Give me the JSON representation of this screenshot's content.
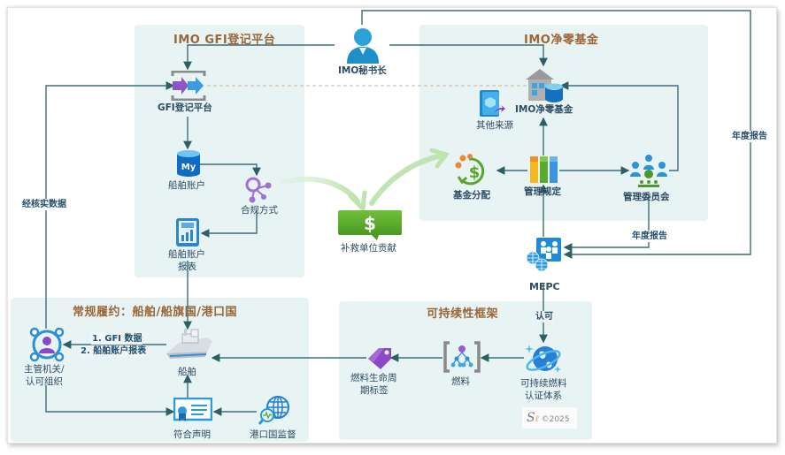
{
  "panels": {
    "gfi_platform": {
      "title": "IMO GFI登记平台"
    },
    "net_zero_fund": {
      "title": "IMO净零基金"
    },
    "compliance": {
      "title": "常规履约：船舶/船旗国/港口国"
    },
    "sustainability": {
      "title": "可持续性框架"
    }
  },
  "nodes": {
    "secretary_general": {
      "label": "IMO秘书长",
      "icon": "person-icon"
    },
    "gfi_registry": {
      "label": "GFI登记平台",
      "icon": "import-arrows-icon"
    },
    "ship_account": {
      "label": "船舶账户",
      "icon": "database-my-icon"
    },
    "compliance_method": {
      "label": "合规方式",
      "icon": "network-nodes-icon"
    },
    "ship_account_report": {
      "label_line1": "船舶账户",
      "label_line2": "报表",
      "icon": "tablet-chart-icon"
    },
    "remedial_unit": {
      "label": "补救单位贡献",
      "icon": "dollar-banner-icon"
    },
    "net_zero_fund": {
      "label": "IMO净零基金",
      "icon": "bank-database-icon"
    },
    "other_sources": {
      "label": "其他来源",
      "icon": "cube-export-icon"
    },
    "fund_distribution": {
      "label": "基金分配",
      "icon": "dollar-cycle-icon"
    },
    "governance_rules": {
      "label": "管理规定",
      "icon": "colored-bars-icon"
    },
    "governing_board": {
      "label": "管理委员会",
      "icon": "people-group-icon"
    },
    "mepc": {
      "label": "MEPC",
      "icon": "people-globe-icon"
    },
    "authority": {
      "label_line1": "主管机关/",
      "label_line2": "认可组织",
      "icon": "user-circle-network-icon"
    },
    "ship": {
      "label": "船舶",
      "icon": "ship-icon"
    },
    "statement_of_compliance": {
      "label": "符合声明",
      "icon": "certificate-icon"
    },
    "port_state_control": {
      "label": "港口国监督",
      "icon": "globe-search-icon"
    },
    "lifecycle_label": {
      "label_line1": "燃料生命周",
      "label_line2": "期标签",
      "icon": "tag-icon"
    },
    "fuels": {
      "label": "燃料",
      "icon": "bracket-hierarchy-icon"
    },
    "sfcs": {
      "label_line1": "可持续燃料",
      "label_line2": "认证体系",
      "icon": "planet-icon"
    }
  },
  "edge_labels": {
    "verified_data": "经核实数据",
    "annual_report_right": "年度报告",
    "annual_report_mid": "年度报告",
    "gfi_data": "1. GFI 数据",
    "account_report": "2. 船舶账户报表",
    "approval": "认可"
  },
  "watermark": {
    "logo": "S",
    "text": "©2025"
  },
  "colors": {
    "panel_bg": "#e8f3f4",
    "panel_title": "#9a6638",
    "line": "#3d6e78",
    "label_text": "#2c4c64",
    "accent_green": "#5aa52c",
    "accent_blue": "#2a8fd6",
    "accent_purple": "#8a56c8"
  }
}
